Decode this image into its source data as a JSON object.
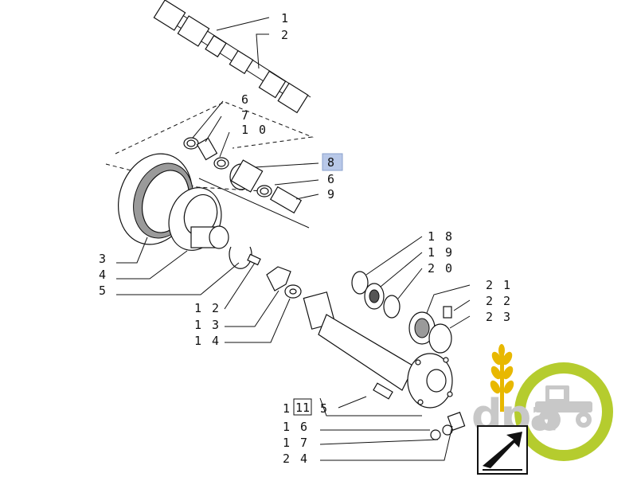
{
  "diagram": {
    "callouts": [
      {
        "id": "c1",
        "text": "1"
      },
      {
        "id": "c2",
        "text": "2"
      },
      {
        "id": "c6a",
        "text": "6"
      },
      {
        "id": "c7",
        "text": "7"
      },
      {
        "id": "c10",
        "text": "1 0"
      },
      {
        "id": "c8",
        "text": "8"
      },
      {
        "id": "c6b",
        "text": "6"
      },
      {
        "id": "c9",
        "text": "9"
      },
      {
        "id": "c3",
        "text": "3"
      },
      {
        "id": "c4",
        "text": "4"
      },
      {
        "id": "c5",
        "text": "5"
      },
      {
        "id": "c12",
        "text": "1 2"
      },
      {
        "id": "c13",
        "text": "1 3"
      },
      {
        "id": "c14",
        "text": "1 4"
      },
      {
        "id": "c18",
        "text": "1 8"
      },
      {
        "id": "c19",
        "text": "1 9"
      },
      {
        "id": "c20",
        "text": "2 0"
      },
      {
        "id": "c21",
        "text": "2 1"
      },
      {
        "id": "c22",
        "text": "2 2"
      },
      {
        "id": "c23",
        "text": "2 3"
      },
      {
        "id": "c15pre",
        "text": "1"
      },
      {
        "id": "c11",
        "text": "11"
      },
      {
        "id": "c15post",
        "text": "5"
      },
      {
        "id": "c16",
        "text": "1 6"
      },
      {
        "id": "c17",
        "text": "1 7"
      },
      {
        "id": "c24",
        "text": "2 4"
      }
    ],
    "highlight_color": "#b8c8e8"
  },
  "logo": {
    "text": "dpa",
    "wheat_color": "#e8b800",
    "gear_color": "#b5cc2e",
    "text_color": "#c8c8c8"
  },
  "nav_icon": "return-arrow-icon"
}
